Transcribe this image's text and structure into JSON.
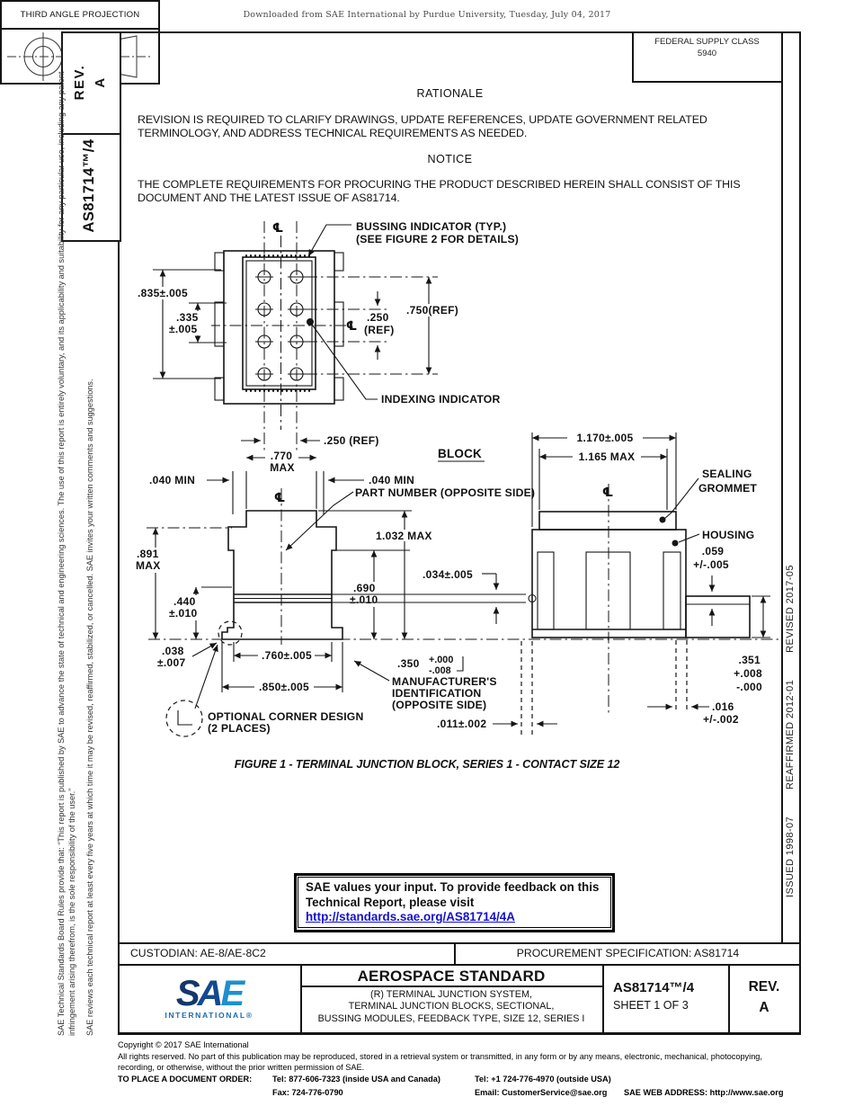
{
  "page": {
    "watermark": "Downloaded from SAE International by Purdue University, Tuesday, July 04, 2017"
  },
  "left_strip": {
    "rev_label": "REV.",
    "rev_value": "A",
    "doc_number": "AS81714™/4",
    "legal_para1": "SAE Technical Standards Board Rules provide that: “This report is published by SAE to advance the state of technical and engineering sciences. The use of this report is entirely voluntary, and its applicability and suitability for any particular use, including any patent infringement arising therefrom, is the sole responsibility of the user.”",
    "legal_para2": "SAE reviews each technical report at least every five years at which time it may be revised, reaffirmed, stabilized, or cancelled. SAE invites your written comments and suggestions."
  },
  "right_strip": {
    "issued": "ISSUED 1998-07",
    "reaffirmed": "REAFFIRMED 2012-01",
    "revised": "REVISED 2017-05"
  },
  "header_box": {
    "line1": "FEDERAL SUPPLY CLASS",
    "line2": "5940"
  },
  "rationale": {
    "title": "RATIONALE",
    "body": "REVISION IS REQUIRED TO CLARIFY DRAWINGS, UPDATE REFERENCES, UPDATE GOVERNMENT RELATED TERMINOLOGY, AND ADDRESS TECHNICAL REQUIREMENTS AS NEEDED."
  },
  "notice": {
    "title": "NOTICE",
    "body": "THE COMPLETE REQUIREMENTS FOR PROCURING THE PRODUCT DESCRIBED HEREIN SHALL CONSIST OF THIS DOCUMENT AND THE LATEST ISSUE OF AS81714."
  },
  "fig": {
    "caption": "FIGURE 1 - TERMINAL JUNCTION BLOCK, SERIES 1 - CONTACT SIZE 12",
    "cl": "℄",
    "block_label": "BLOCK",
    "bussing_1": "BUSSING INDICATOR (TYP.)",
    "bussing_2": "(SEE FIGURE 2 FOR DETAILS)",
    "indexing": "INDEXING INDICATOR",
    "part_number": "PART NUMBER (OPPOSITE SIDE)",
    "sealing_1": "SEALING",
    "sealing_2": "GROMMET",
    "housing": "HOUSING",
    "mfr_1": "MANUFACTURER'S",
    "mfr_2": "IDENTIFICATION",
    "mfr_3": "(OPPOSITE SIDE)",
    "optional_1": "OPTIONAL CORNER DESIGN",
    "optional_2": "(2 PLACES)",
    "d835": ".835±.005",
    "d335_1": ".335",
    "d335_2": "±.005",
    "d750": ".750(REF)",
    "d250_1": ".250",
    "d250_2": "(REF)",
    "d250ref": ".250 (REF)",
    "d770_1": ".770",
    "d770_2": "MAX",
    "d040_l": ".040 MIN",
    "d040_r": ".040 MIN",
    "d1032": "1.032 MAX",
    "d891_1": ".891",
    "d891_2": "MAX",
    "d690_1": ".690",
    "d690_2": "±.010",
    "d034": ".034±.005",
    "d440_1": ".440",
    "d440_2": "±.010",
    "d038_1": ".038",
    "d038_2": "±.007",
    "d760": ".760±.005",
    "d850": ".850±.005",
    "d350": ".350",
    "d350_1": "+.000",
    "d350_2": "-.008",
    "d011": ".011±.002",
    "d1170": "1.170±.005",
    "d1165": "1.165 MAX",
    "d059_1": ".059",
    "d059_2": "+/-.005",
    "d351_1": ".351",
    "d351_2": "+.008",
    "d351_3": "-.000",
    "d016_1": ".016",
    "d016_2": "+/-.002"
  },
  "feedback": {
    "line1": "SAE values your input. To provide feedback on this",
    "line2": "Technical Report, please visit",
    "link": "http://standards.sae.org/AS81714/4A"
  },
  "projection": {
    "title": "THIRD ANGLE PROJECTION"
  },
  "title_block": {
    "custodian": "CUSTODIAN: AE-8/AE-8C2",
    "procurement": "PROCUREMENT SPECIFICATION: AS81714",
    "logo_s": "S",
    "logo_a": "A",
    "logo_e": "E",
    "logo_sub": "INTERNATIONAL®",
    "standard_type": "AEROSPACE STANDARD",
    "subtitle_1": "(R) TERMINAL JUNCTION SYSTEM,",
    "subtitle_2": "TERMINAL JUNCTION BLOCKS, SECTIONAL,",
    "subtitle_3": "BUSSING MODULES, FEEDBACK TYPE, SIZE 12, SERIES I",
    "doc_number": "AS81714™/4",
    "sheet": "SHEET 1 OF 3",
    "rev_label": "REV.",
    "rev_value": "A"
  },
  "footer": {
    "copyright": "Copyright © 2017 SAE International",
    "rights_1": "All rights reserved. No part of this publication may be reproduced, stored in a retrieval system or transmitted, in any form or by any means, electronic, mechanical, photocopying,",
    "rights_2": "recording, or otherwise, without the prior written permission of SAE.",
    "order_label": "TO PLACE A DOCUMENT ORDER:",
    "tel1": "Tel: 877-606-7323 (inside USA and Canada)",
    "tel2": "Tel: +1 724-776-4970 (outside USA)",
    "fax": "Fax: 724-776-0790",
    "email": "Email: CustomerService@sae.org",
    "web": "SAE WEB ADDRESS: http://www.sae.org"
  }
}
